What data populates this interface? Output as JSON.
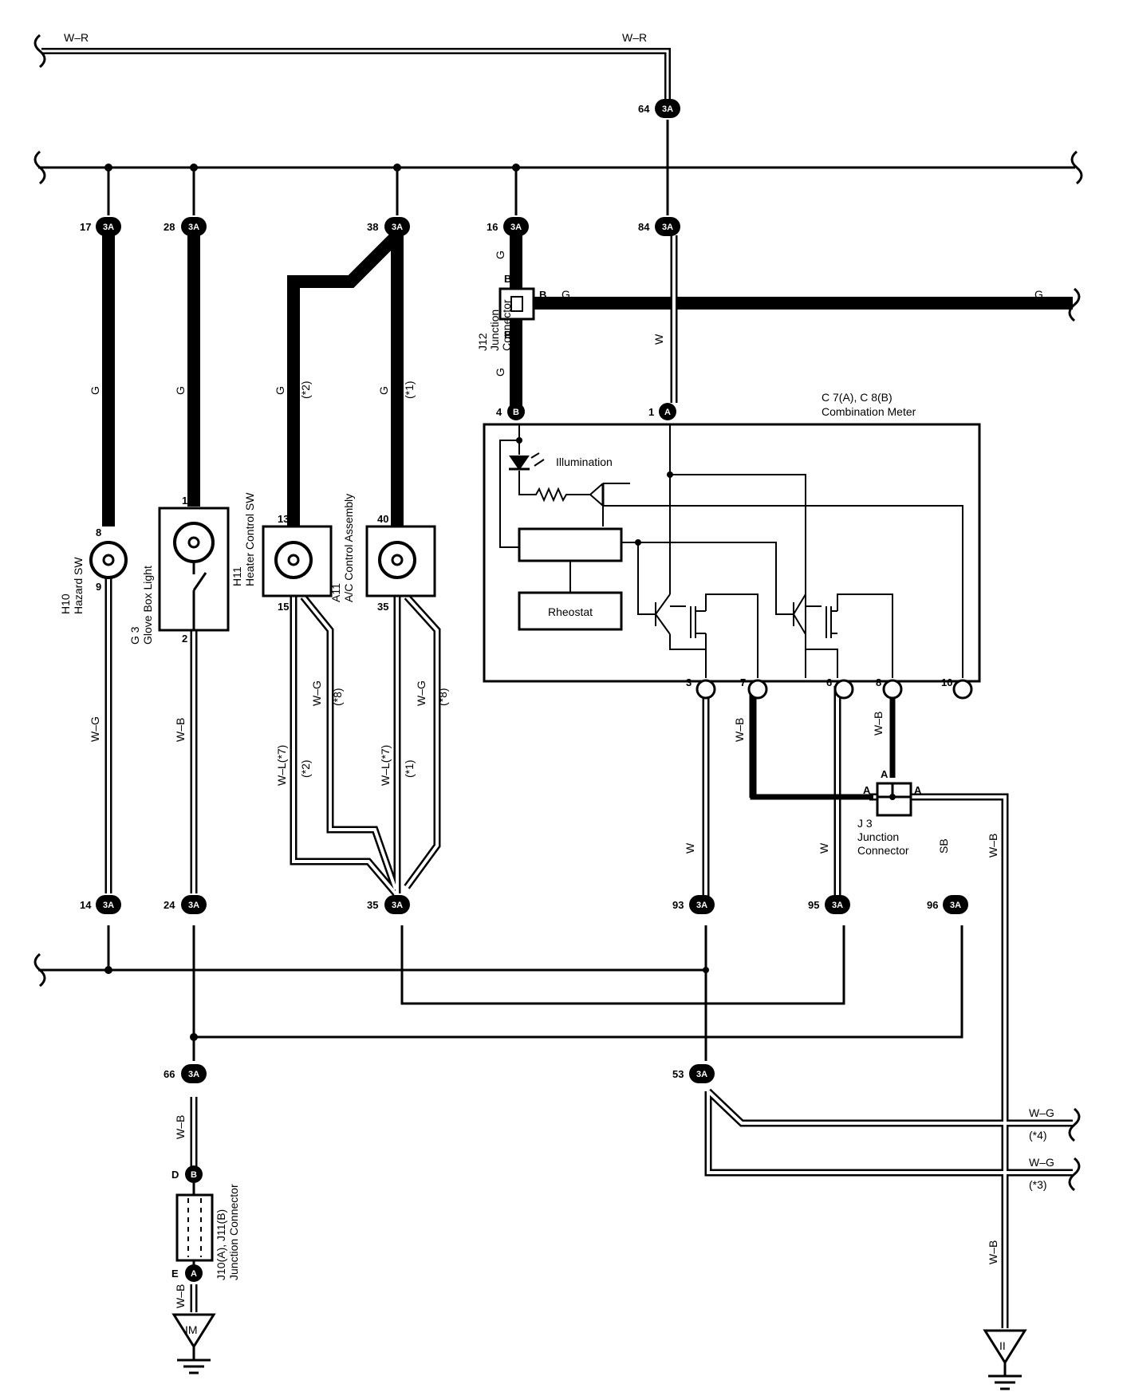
{
  "wires": {
    "wr_left": "W–R",
    "wr_right": "W–R",
    "g_hazard": "G",
    "g_glove": "G",
    "g_heater": "G",
    "g_heater_note": "(*2)",
    "g_ac": "G",
    "g_ac_note": "(*1)",
    "g_j12_top": "G",
    "g_j12_bottom": "G",
    "g_bus": "G",
    "g_bus_right": "G",
    "w_84": "W",
    "wg_hazard": "W–G",
    "wb_glove": "W–B",
    "wl_heater": "W–L(*7)",
    "wl_heater_note": "(*2)",
    "wg_heater": "W–G",
    "wg_heater_note": "(*8)",
    "wl_ac": "W–L(*7)",
    "wl_ac_note": "(*1)",
    "wg_ac": "W–G",
    "wg_ac_note": "(*8)",
    "wb_meter7": "W–B",
    "wb_meter8": "W–B",
    "w_93": "W",
    "w_95": "W",
    "sb": "SB",
    "wb_right": "W–B",
    "wb_right_low": "W–B",
    "wb_66": "W–B",
    "wb_ground": "W–B",
    "wg_out1": "W–G",
    "wg_out1_note": "(*4)",
    "wg_out2": "W–G",
    "wg_out2_note": "(*3)"
  },
  "connectors": {
    "c64": "3A",
    "c17": "3A",
    "c28": "3A",
    "c38": "3A",
    "c16": "3A",
    "c84": "3A",
    "c14": "3A",
    "c24": "3A",
    "c35": "3A",
    "c93": "3A",
    "c95": "3A",
    "c96": "3A",
    "c66": "3A",
    "c53": "3A",
    "meter_b": "B",
    "meter_a": "A",
    "j10_b": "B",
    "j10_a": "A"
  },
  "pins": {
    "p64": "64",
    "p17": "17",
    "p28": "28",
    "p38": "38",
    "p16": "16",
    "p84": "84",
    "p14": "14",
    "p24": "24",
    "p35": "35",
    "p93": "93",
    "p95": "95",
    "p96": "96",
    "p66": "66",
    "p53": "53",
    "m4": "4",
    "m1": "1",
    "m_b1": "3",
    "m_b2": "7",
    "m_b3": "6",
    "m_b4": "8",
    "m_b5": "10",
    "hz8": "8",
    "hz9": "9",
    "gb1": "1",
    "gb2": "2",
    "hc13": "13",
    "hc15": "15",
    "ac40": "40",
    "ac35": "35",
    "j12_b_top": "B",
    "j12_b_right": "B",
    "j12_b_bot": "B",
    "j3_a_top": "A",
    "j3_a_left": "A",
    "j3_a_right": "A",
    "j10_d": "D",
    "j10_e": "E"
  },
  "components": {
    "j12_code": "J12",
    "j12_name1": "Junction",
    "j12_name2": "Connector",
    "meter_code": "C 7(A), C 8(B)",
    "meter_name": "Combination Meter",
    "illumination": "Illumination",
    "rheostat": "Rheostat",
    "hazard_code": "H10",
    "hazard_name": "Hazard SW",
    "glove_code": "G 3",
    "glove_name": "Glove Box Light",
    "heater_code": "H11",
    "heater_name": "Heater Control SW",
    "ac_code": "A11",
    "ac_name": "A/C Control Assembly",
    "j3_code": "J 3",
    "j3_name1": "Junction",
    "j3_name2": "Connector",
    "j10_code": "J10(A), J11(B)",
    "j10_name": "Junction Connector",
    "ground_im": "IM",
    "ground_ii": "II"
  }
}
